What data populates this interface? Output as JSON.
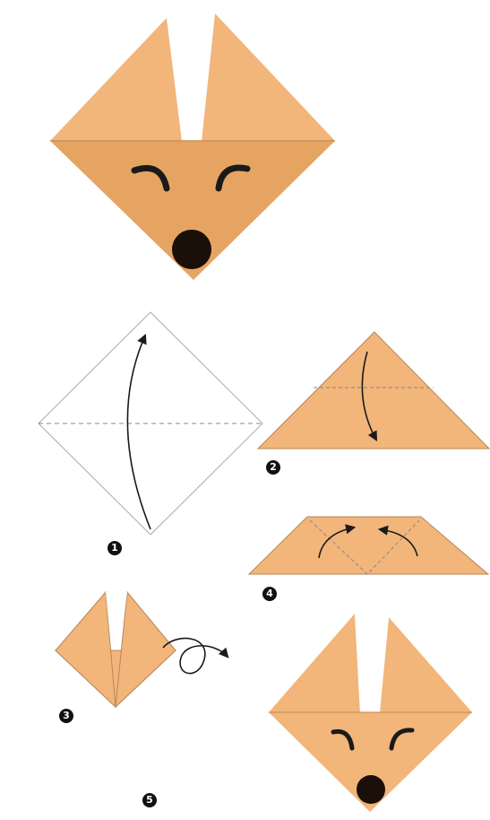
{
  "colors": {
    "paper": "#f2b57a",
    "paper_dark": "#e6a463",
    "paper_light": "#f6c08d",
    "outline": "#c9925d",
    "ink": "#1a1a1a",
    "nose": "#1b0f0a",
    "white": "#ffffff",
    "fold_line": "#888888"
  },
  "steps": [
    {
      "label": "1"
    },
    {
      "label": "2"
    },
    {
      "label": "3"
    },
    {
      "label": "4"
    },
    {
      "label": "5"
    }
  ]
}
